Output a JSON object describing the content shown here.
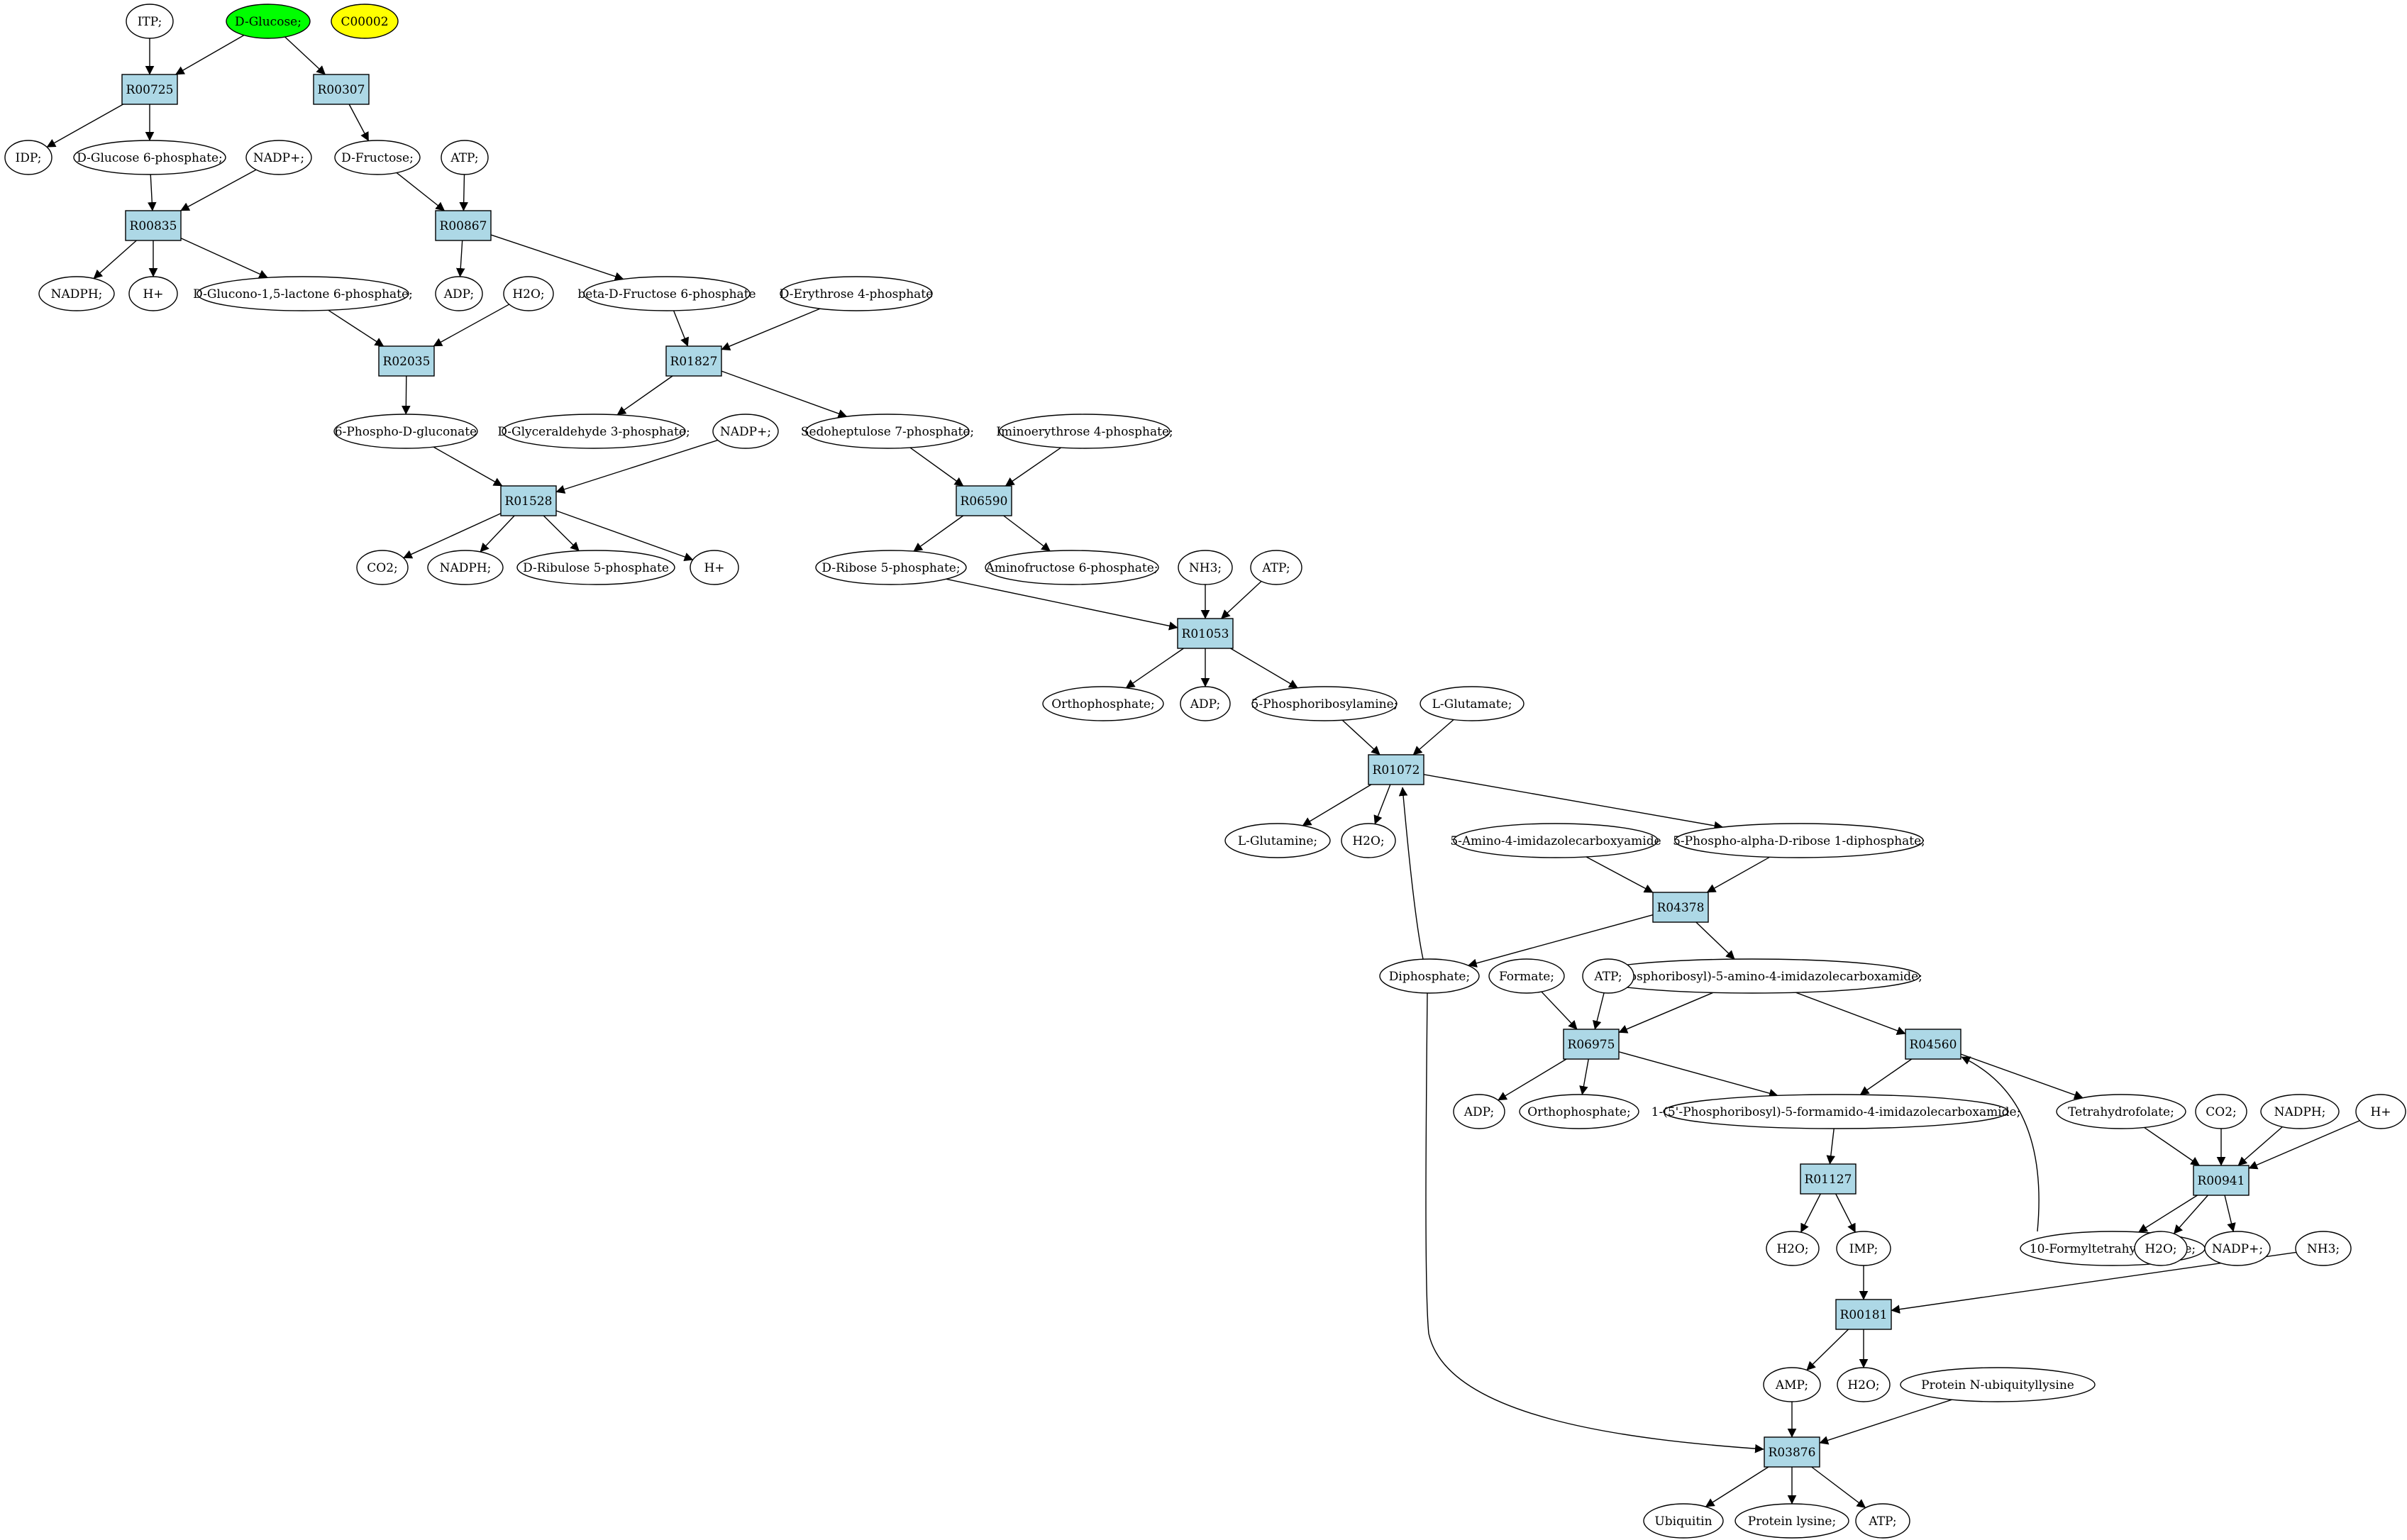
{
  "colors": {
    "reaction_fill": "#add8e6",
    "start_fill": "#00ff00",
    "highlight_fill": "#ffff00",
    "compound_fill": "#ffffff",
    "stroke": "#000000"
  },
  "reactions": {
    "R00725": "R00725",
    "R00307": "R00307",
    "R00835": "R00835",
    "R00867": "R00867",
    "R02035": "R02035",
    "R01827": "R01827",
    "R01528": "R01528",
    "R06590": "R06590",
    "R01053": "R01053",
    "R01072": "R01072",
    "R04378": "R04378",
    "R06975": "R06975",
    "R04560": "R04560",
    "R01127": "R01127",
    "R00941": "R00941",
    "R00181": "R00181",
    "R03876": "R03876"
  },
  "compounds": {
    "itp": "ITP;",
    "dglucose": "D-Glucose;",
    "c00002": "C00002",
    "idp": "IDP;",
    "g6p": "D-Glucose 6-phosphate;",
    "nadp1": "NADP+;",
    "dfructose": "D-Fructose;",
    "atp1": "ATP;",
    "nadph1": "NADPH;",
    "h1": "H+",
    "glucono": "D-Glucono-1,5-lactone 6-phosphate;",
    "h2o1": "H2O;",
    "adp1": "ADP;",
    "bdf6p": "beta-D-Fructose 6-phosphate",
    "e4p": "D-Erythrose 4-phosphate",
    "pgluconate": "6-Phospho-D-gluconate",
    "g3p": "D-Glyceraldehyde 3-phosphate;",
    "nadp2": "NADP+;",
    "s7p": "Sedoheptulose 7-phosphate;",
    "imino": "Iminoerythrose 4-phosphate;",
    "co2a": "CO2;",
    "nadph2": "NADPH;",
    "ru5p": "D-Ribulose 5-phosphate",
    "h2": "H+",
    "r5p": "D-Ribose 5-phosphate;",
    "aminof": "Aminofructose 6-phosphate;",
    "nh3a": "NH3;",
    "atp2": "ATP;",
    "orthop1": "Orthophosphate;",
    "adp2": "ADP;",
    "prpamine": "5-Phosphoribosylamine;",
    "lglutamate": "L-Glutamate;",
    "lglutamine": "L-Glutamine;",
    "h2o2": "H2O;",
    "aica": "5-Amino-4-imidazolecarboxyamide",
    "prpp": "5-Phospho-alpha-D-ribose 1-diphosphate;",
    "diphosphate": "Diphosphate;",
    "aicar": "1-(5'-Phosphoribosyl)-5-amino-4-imidazolecarboxamide;",
    "formate": "Formate;",
    "atp3": "ATP;",
    "adp3": "ADP;",
    "orthop2": "Orthophosphate;",
    "faicar": "1-(5'-Phosphoribosyl)-5-formamido-4-imidazolecarboxamide;",
    "thf": "Tetrahydrofolate;",
    "co2b": "CO2;",
    "nadph3": "NADPH;",
    "h3": "H+",
    "h2o3": "H2O;",
    "imp": "IMP;",
    "fthf": "10-Formyltetrahydrofolate;",
    "h2o4": "H2O;",
    "nadp3": "NADP+;",
    "nh3b": "NH3;",
    "amp": "AMP;",
    "h2o5": "H2O;",
    "pnub": "Protein N-ubiquityllysine",
    "ubiquitin": "Ubiquitin",
    "plysine": "Protein lysine;",
    "atp4": "ATP;"
  }
}
